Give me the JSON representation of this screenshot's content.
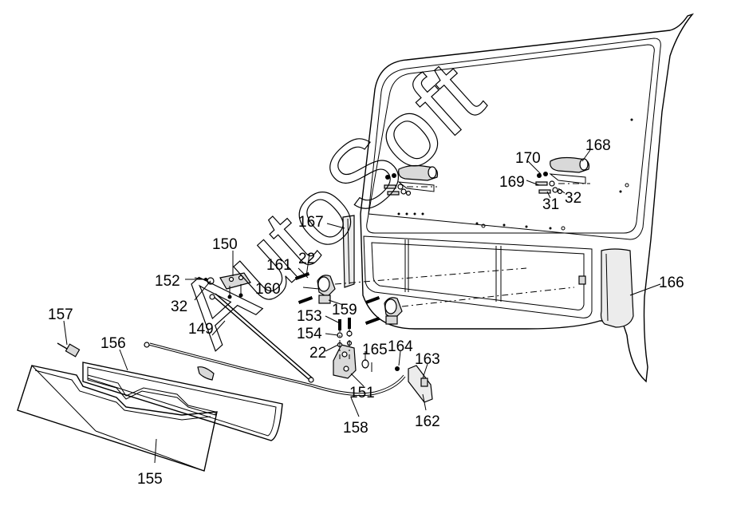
{
  "diagram": {
    "watermark": "AutoSoft",
    "labels": {
      "p150": "150",
      "p152": "152",
      "p32a": "32",
      "p157": "157",
      "p156": "156",
      "p155": "155",
      "p149": "149",
      "p161": "161",
      "p22a": "22",
      "p160": "160",
      "p153": "153",
      "p154": "154",
      "p22b": "22",
      "p159": "159",
      "p167": "167",
      "p165": "165",
      "p164": "164",
      "p163": "163",
      "p151": "151",
      "p158": "158",
      "p162": "162",
      "p166": "166",
      "p168": "168",
      "p170": "170",
      "p169": "169",
      "p32b": "32",
      "p31": "31"
    }
  }
}
